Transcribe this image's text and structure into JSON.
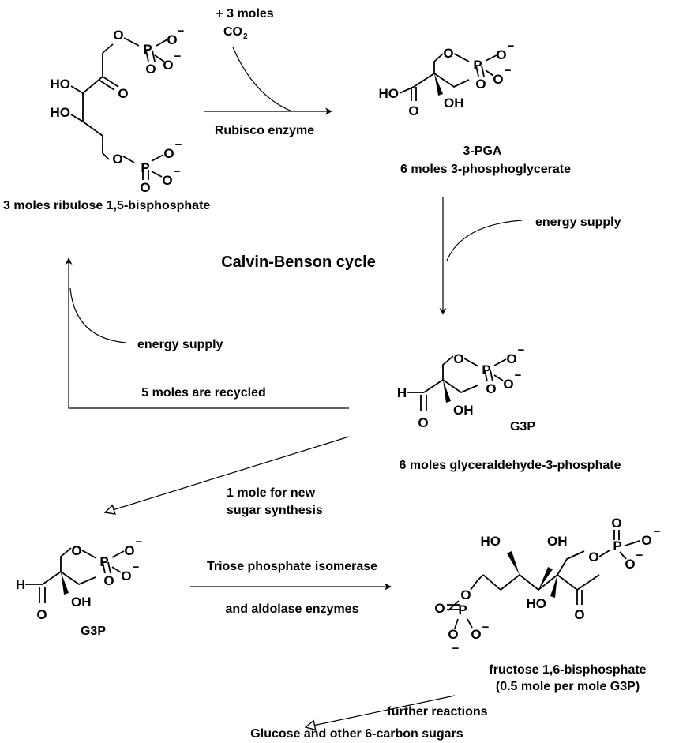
{
  "atoms": {
    "O": "O",
    "P": "P",
    "H": "H",
    "HO": "HO",
    "OH": "OH",
    "minus": "−"
  },
  "colors": {
    "ink": "#000000",
    "background": "#ffffff"
  },
  "step1": {
    "reactant": "3 moles ribulose 1,5-bisphosphate",
    "co2_amount": "+ 3 moles",
    "co2_formula": "CO",
    "co2_subscript": "2",
    "enzyme": "Rubisco enzyme",
    "product_abbr": "3-PGA",
    "product": "6 moles 3-phosphoglycerate"
  },
  "step2": {
    "energy": "energy supply",
    "product_abbr": "G3P",
    "product": "6 moles glyceraldehyde-3-phosphate"
  },
  "cycle": {
    "title": "Calvin-Benson cycle",
    "recycle_energy": "energy supply",
    "recycled": "5 moles are recycled"
  },
  "branch": {
    "line1": "1 mole for new",
    "line2": "sugar synthesis",
    "g3p_abbr": "G3P",
    "enzyme_line1": "Triose phosphate isomerase",
    "enzyme_line2": "and aldolase enzymes",
    "product": "fructose 1,6-bisphosphate",
    "product_note": "(0.5 mole per mole G3P)",
    "further": "further reactions",
    "final": "Glucose and other 6-carbon sugars"
  }
}
